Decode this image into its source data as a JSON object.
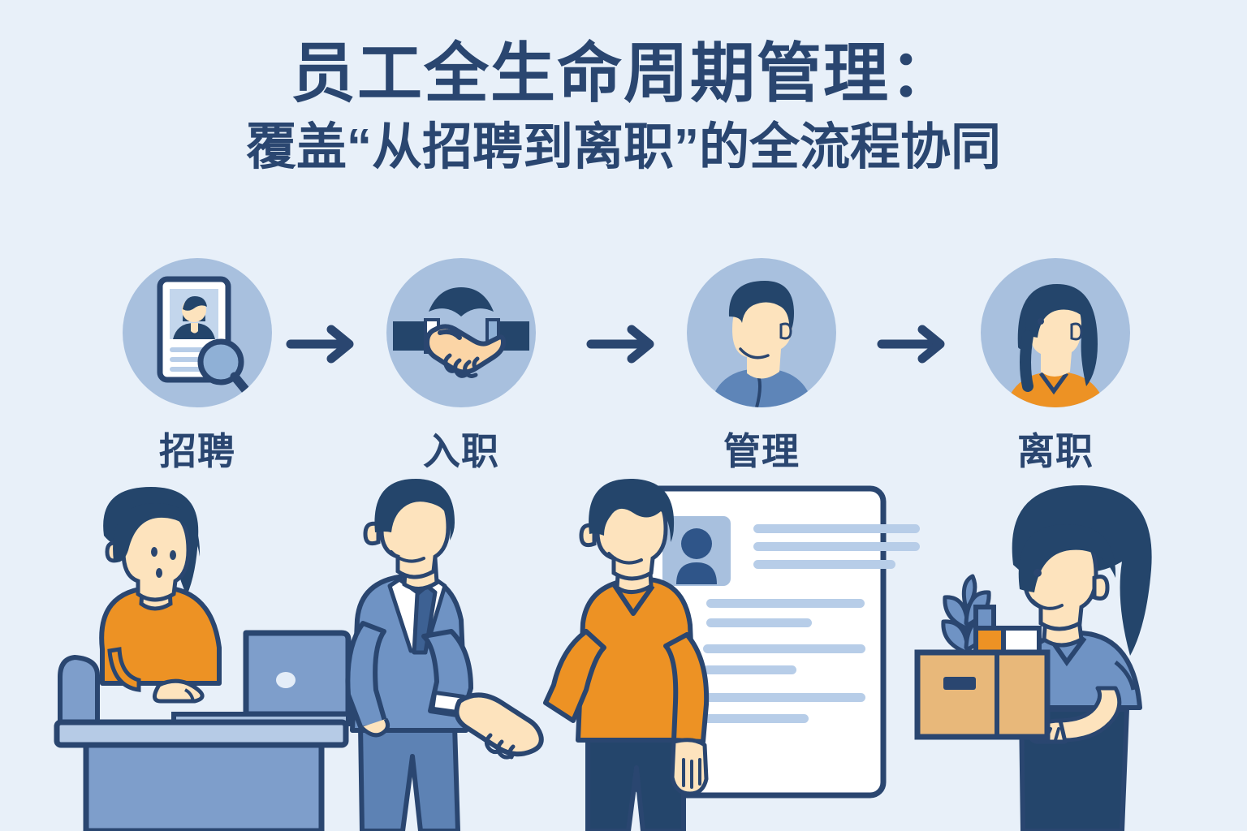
{
  "page": {
    "background_color": "#e8f0f9",
    "ink_color": "#2a4670",
    "accent_orange": "#ed9224",
    "accent_blue": "#6f93c4",
    "circle_fill": "#a8c0de",
    "skin_color": "#fde3bd",
    "box_color": "#e8b87a"
  },
  "title": {
    "main": "员工全生命周期管理：",
    "sub": "覆盖“从招聘到离职”的全流程协同"
  },
  "flow": {
    "steps": [
      {
        "id": "recruit",
        "label": "招聘",
        "icon": "resume-search-icon"
      },
      {
        "id": "onboard",
        "label": "入职",
        "icon": "handshake-icon"
      },
      {
        "id": "manage",
        "label": "管理",
        "icon": "male-avatar-icon"
      },
      {
        "id": "offboard",
        "label": "离职",
        "icon": "female-avatar-icon"
      }
    ],
    "arrows": [
      {
        "id": "arrow-1",
        "icon": "arrow-right-icon"
      },
      {
        "id": "arrow-2",
        "icon": "arrow-right-icon"
      },
      {
        "id": "arrow-3",
        "icon": "arrow-right-icon"
      }
    ]
  },
  "scene": {
    "figures": [
      {
        "id": "woman-at-laptop",
        "name": "woman-working-on-laptop",
        "top_color": "#ed9224",
        "hair_color": "#24456b"
      },
      {
        "id": "man-in-suit",
        "name": "manager-in-suit-shaking-hands",
        "suit_color": "#6f93c4",
        "hair_color": "#24456b"
      },
      {
        "id": "man-in-orange",
        "name": "new-hire-in-orange-sweater",
        "top_color": "#ed9224",
        "hair_color": "#24456b"
      },
      {
        "id": "woman-with-box",
        "name": "departing-employee-carrying-box",
        "top_color": "#6f93c4",
        "hair_color": "#24456b"
      }
    ],
    "document_card": {
      "name": "employee-profile-document",
      "avatar_placeholder": true,
      "line_widths": [
        205,
        205,
        175,
        195,
        130,
        200,
        115,
        200,
        130
      ]
    },
    "moving_box": {
      "name": "personal-belongings-box",
      "contents": [
        "plant",
        "orange-folder",
        "white-folder"
      ]
    }
  }
}
